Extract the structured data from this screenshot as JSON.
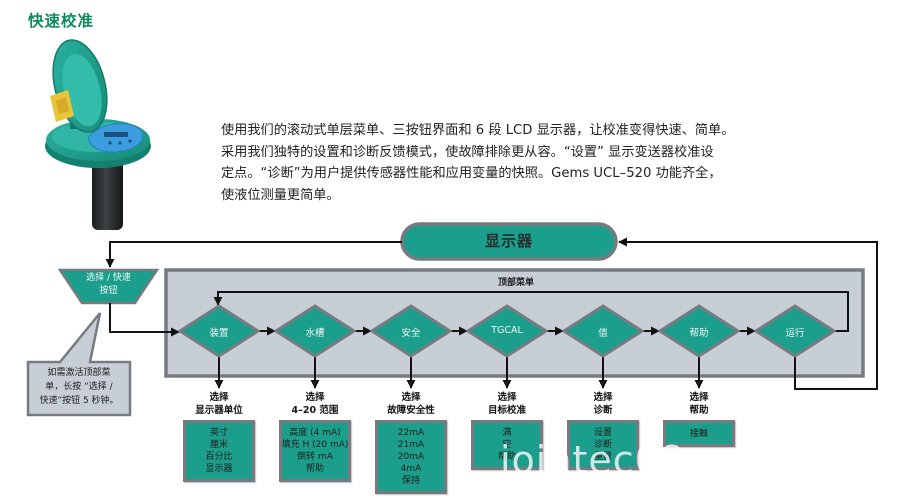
{
  "title": "快速校准",
  "intro_lines": [
    "使用我们的滚动式单层菜单、三按钮界面和 6 段 LCD 显示器，让校准变得快速、简单。",
    "采用我们独特的设置和诊断反馈模式，使故障排除更从容。“设置” 显示变送器校准设",
    "定点。“诊断”为用户提供传感器性能和应用变量的快照。Gems UCL–520 功能齐全，",
    "使液位测量更简单。"
  ],
  "product_image": {
    "icon": "level-transmitter-device"
  },
  "flow": {
    "display_label": "显示器",
    "select_button_lines": [
      "选择 / 快速",
      "按钮"
    ],
    "callout_lines": [
      "如需激活顶部菜",
      "单，长按 “选择 /",
      "快速”按钮 5 秒钟。"
    ],
    "top_menu_label": "顶部菜单",
    "menu_items": [
      {
        "label": "装置",
        "select_lines": [
          "选择",
          "显示器单位"
        ],
        "options": [
          "英寸",
          "厘米",
          "百分比",
          "显示器"
        ]
      },
      {
        "label": "水槽",
        "select_lines": [
          "选择",
          "4–20 范围"
        ],
        "options": [
          "高度 (4 mA)",
          "填充 H (20 mA)",
          "倒转 mA",
          "帮助"
        ]
      },
      {
        "label": "安全",
        "select_lines": [
          "选择",
          "故障安全性"
        ],
        "options": [
          "22mA",
          "21mA",
          "20mA",
          "4mA",
          "保持"
        ]
      },
      {
        "label": "TGCAL",
        "select_lines": [
          "选择",
          "目标校准"
        ],
        "options": [
          "满",
          "空",
          "帮助"
        ]
      },
      {
        "label": "值",
        "select_lines": [
          "选择",
          "诊断"
        ],
        "options": [
          "设置",
          "诊断",
          "重置"
        ]
      },
      {
        "label": "帮助",
        "select_lines": [
          "选择",
          "帮助"
        ],
        "options": [
          "接触"
        ]
      },
      {
        "label": "运行",
        "select_lines": [],
        "options": []
      }
    ]
  },
  "watermark": "jointec08",
  "colors": {
    "teal": "#1b9e8b",
    "title_green": "#0f8a5c",
    "panel": "#c8ced5",
    "border": "#767b80"
  }
}
